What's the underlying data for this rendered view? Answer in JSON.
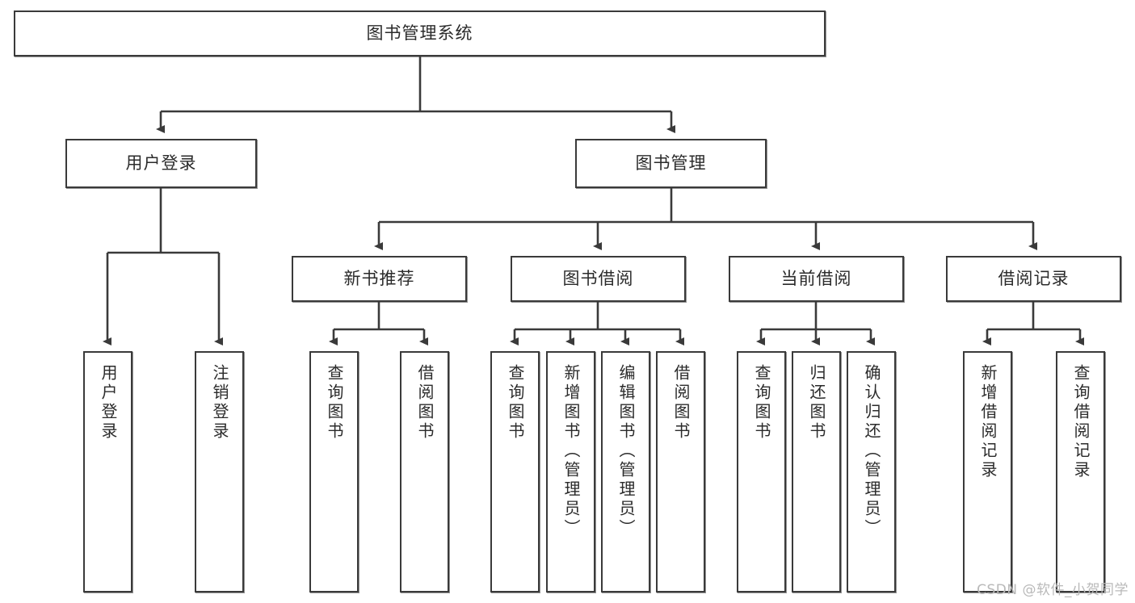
{
  "diagram": {
    "type": "tree",
    "title": "图书管理系统",
    "orientation": "top-down",
    "colors": {
      "box_border": "#3a3a3a",
      "box_fill": "#ffffff",
      "edge": "#3a3a3a",
      "text": "#2b2b2b",
      "watermark": "#b9b9b9"
    },
    "root": {
      "label": "图书管理系统"
    },
    "level1": [
      {
        "id": "user-login",
        "label": "用户登录"
      },
      {
        "id": "book-management",
        "label": "图书管理"
      }
    ],
    "level2": [
      {
        "id": "new-book-recommend",
        "label": "新书推荐",
        "parent": "book-management"
      },
      {
        "id": "book-borrow",
        "label": "图书借阅",
        "parent": "book-management"
      },
      {
        "id": "current-borrow",
        "label": "当前借阅",
        "parent": "book-management"
      },
      {
        "id": "borrow-record",
        "label": "借阅记录",
        "parent": "book-management"
      }
    ],
    "leaves": [
      {
        "id": "leaf-user-login",
        "label": "用户登录",
        "parent": "user-login"
      },
      {
        "id": "leaf-logout",
        "label": "注销登录",
        "parent": "user-login"
      },
      {
        "id": "leaf-query-book-1",
        "label": "查询图书",
        "parent": "new-book-recommend"
      },
      {
        "id": "leaf-borrow-book-1",
        "label": "借阅图书",
        "parent": "new-book-recommend"
      },
      {
        "id": "leaf-query-book-2",
        "label": "查询图书",
        "parent": "book-borrow"
      },
      {
        "id": "leaf-add-book",
        "label": "新增图书（管理员）",
        "parent": "book-borrow"
      },
      {
        "id": "leaf-edit-book",
        "label": "编辑图书（管理员）",
        "parent": "book-borrow"
      },
      {
        "id": "leaf-borrow-book-2",
        "label": "借阅图书",
        "parent": "book-borrow"
      },
      {
        "id": "leaf-query-book-3",
        "label": "查询图书",
        "parent": "current-borrow"
      },
      {
        "id": "leaf-return-book",
        "label": "归还图书",
        "parent": "current-borrow"
      },
      {
        "id": "leaf-confirm-return",
        "label": "确认归还（管理员）",
        "parent": "current-borrow"
      },
      {
        "id": "leaf-add-record",
        "label": "新增借阅记录",
        "parent": "borrow-record"
      },
      {
        "id": "leaf-query-record",
        "label": "查询借阅记录",
        "parent": "borrow-record"
      }
    ]
  },
  "watermark": {
    "text": "CSDN @软件_小贺同学"
  }
}
